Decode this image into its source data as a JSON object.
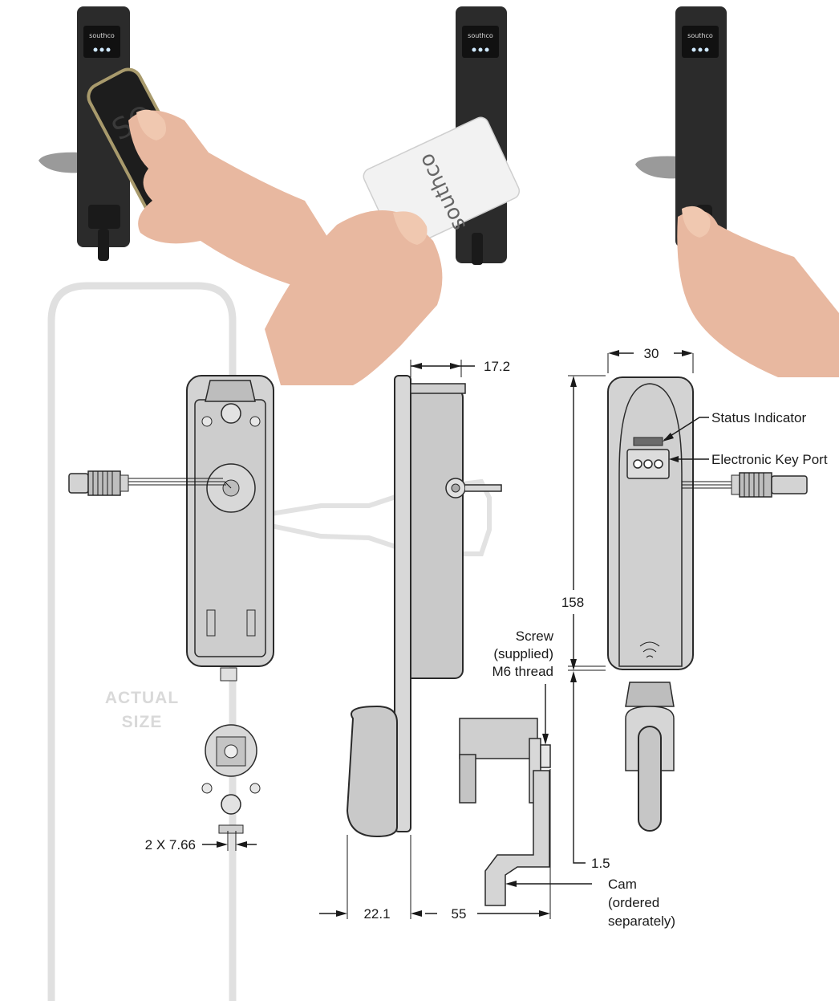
{
  "ghost_label": [
    "ACTUAL",
    "SIZE"
  ],
  "dimensions": {
    "width_front": "30",
    "height": "158",
    "depth_top": "17.2",
    "offset_bottom": "1.5",
    "hole_spacing": "2 X 7.66",
    "handle_offset": "22.1",
    "cam_depth": "55"
  },
  "callouts": {
    "status_indicator": "Status Indicator",
    "electronic_key_port": "Electronic Key Port",
    "screw": [
      "Screw",
      "(supplied)",
      "M6 thread"
    ],
    "cam": [
      "Cam",
      "(ordered",
      "separately)"
    ]
  },
  "photo_brand": "southco",
  "colors": {
    "line": "#1a1a1a",
    "part_fill": "#d3d3d3",
    "ghost": "#d9d9d9",
    "device_body": "#2b2b2b"
  }
}
